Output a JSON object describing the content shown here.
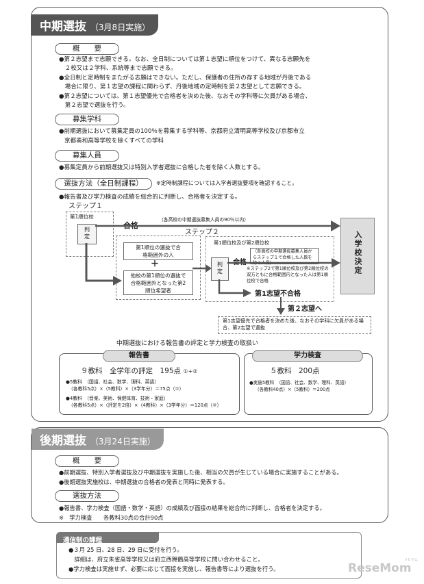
{
  "mid": {
    "title": "中期選抜",
    "date": "（3月8日実施）",
    "overview_label": "概　　要",
    "overview_lines": [
      "●第２志望まで志願できる。なお、全日制については第１志望に順位をつけて、異なる志願先を",
      "　２校又は２学科、系統等まで志願できる。",
      "●全日制と定時制をまたがる志願はできない。ただし、保護者の住所の存する地域が丹後である",
      "　場合に限り、第１志望の課程に関わらず、丹後地域の定時制を第２志望として志願できる。",
      "●第２志望については、第１志望優先で合格者を決めた後、なおその学科等に欠員がある場合、",
      "　第２志望で選抜を行う。"
    ],
    "recruit_dept_label": "募集学科",
    "recruit_dept_lines": [
      "●前期選抜において募集定員の100％を募集する学科等、京都府立清明高等学校及び京都市立",
      "京都奏和高等学校を除くすべての学科"
    ],
    "recruit_num_label": "募集人員",
    "recruit_num_text": "●募集定員から前期選抜又は特別入学者選抜に合格した者を除く人数とする。",
    "method_label": "選抜方法（全日制課程）",
    "method_note": "※定時制課程については入学者選抜要項を確認すること。",
    "method_text": "●報告書及び学力検査の成績を総合的に判断し、合格者を決定する。",
    "step1": "ステップ１",
    "step1_box": "第1順位校",
    "judge": "判定",
    "pass": "合格",
    "pass_note": "（各高校の中期選抜募集人員の90％以内）",
    "step2": "ステップ２",
    "rank1_out": "第1順位の選抜で合格範囲外の人",
    "plus": "＋",
    "other_rank1": "他校の第1順位の選抜で合格範囲外となった第2順位希望者",
    "step2_head": "第1順位校及び第2順位校",
    "step2_pass_note": "（各高校の中期選抜募集人員からステップ１で合格した人数を除く人員）",
    "step2_star": "※ステップ2で第1順位校及び第2順位校の双方ともに合格範囲内となった人は第1順位校で合格",
    "enroll": "入学校決定",
    "fail1": "第1志望不合格",
    "to2": "第２志望へ",
    "second_note": "第1志望優先で合格者を決めた後、なおその学科に欠員がある場合、第2志望で選抜",
    "eval_title": "中期選抜における報告書の評定と学力検査の取扱い",
    "report_label": "報告書",
    "report_main": "９教科　全学年の評定　195点",
    "report_circles": "①+②",
    "report_l1": "●5教科　（国語、社会、数学、理科、英語）",
    "report_l2": "（各教科5点）×（5教科）×（3学年分）＝75点（①）",
    "report_l3": "●4教科　（音楽、美術、保健体育、技術・家庭）",
    "report_l4": "（各教科5点）×（評定を2倍）×（4教科）×（3学年分）＝120点（②）",
    "exam_label": "学力検査",
    "exam_main": "５教科　200点",
    "exam_l1": "●実施5教科　（国語、社会、数学、理科、英語）",
    "exam_l2": "（各教科40点）×（5教科）＝200点"
  },
  "late": {
    "title": "後期選抜",
    "date": "（3月24日実施）",
    "overview_label": "概　　要",
    "overview_lines": [
      "●前期選抜、特別入学者選抜及び中期選抜を実施した後、相当の欠員が生じている場合に実施することがある。",
      "●後期選抜実施校は、中期選抜の合格者の発表と同時に発表する。"
    ],
    "method_label": "選抜方法",
    "method_lines": [
      "●報告書、学力検査（国語・数学・英語）の成績及び面接の結果を総合的に判断し、合格者を決定する。",
      "※　学力検査　　各教科30点の合計90点"
    ]
  },
  "corr": {
    "title": "通信制の課程",
    "lines": [
      "●３月 25 日、28 日、29 日に受付を行う。",
      "　詳細は、府立朱雀高等学校又は府立西舞鶴高等学校に問い合わせること。",
      "●学力検査は実施せず、必要に応じて面接を実施し、報告書等により選抜を行う。"
    ]
  },
  "brand": "ReseMom",
  "brand_small": "リセマム",
  "colors": {
    "dark": "#555555",
    "light": "#dddddd",
    "arrow": "#555555"
  }
}
